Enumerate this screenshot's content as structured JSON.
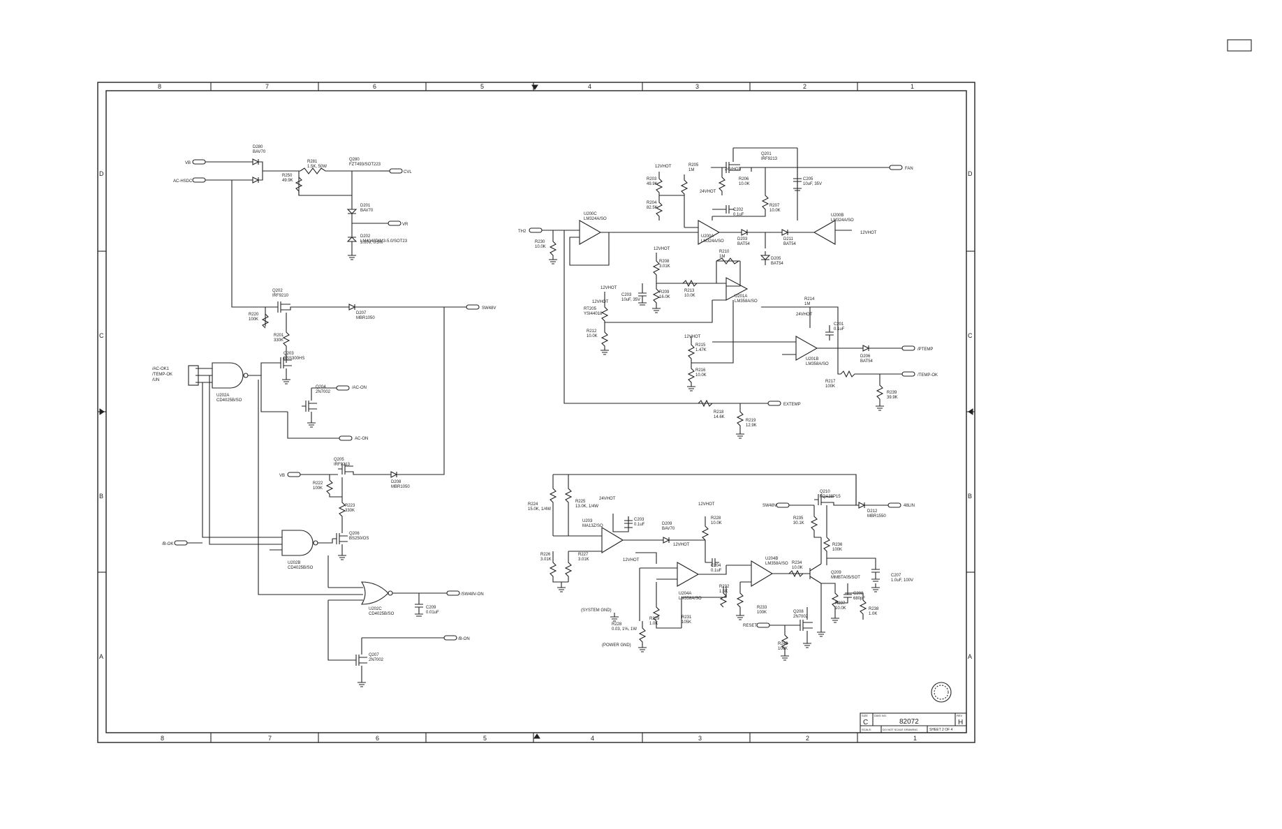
{
  "sheet": {
    "zone_columns_top": [
      "8",
      "7",
      "6",
      "5",
      "4",
      "3",
      "2",
      "1"
    ],
    "zone_columns_bottom": [
      "8",
      "7",
      "6",
      "5",
      "4",
      "3",
      "2",
      "1"
    ],
    "zone_rows": [
      "D",
      "C",
      "B",
      "A"
    ]
  },
  "title_block": {
    "size_label": "SIZE",
    "size": "C",
    "dwg_label": "DWG NO.",
    "drawing_number": "82072",
    "rev_label": "REV",
    "rev": "H",
    "scale_label": "SCALE:",
    "scale_note": "DO NOT SCALE DRAWING",
    "sheet_info": "SHEET 2 OF 4"
  },
  "ports": {
    "vb_top": "VB",
    "ac_hsdc": "AC-HSDC",
    "cvl": "CVL",
    "vr": "VR",
    "sw48v": "SW48V",
    "vb_mid": "VB",
    "jac_ok": "/AC-OK1",
    "jtemp_ok": "/TEMP-OK",
    "ajn": "/UN",
    "jac_on": "/AC-ON",
    "ac_on": "AC-ON",
    "jb_ok": "/B-OK",
    "jsw48v_on": "/SW48V-ON",
    "jb_on": "/B-ON",
    "th2": "TH2",
    "fan": "FAN",
    "jtemp_ok_r": "/TEMP-OK",
    "ptemp": "/PTEMP",
    "extemp": "EXTEMP",
    "sw48v_r": "SW48V",
    "out48lin": "48LIN",
    "reset": "RESET",
    "system_gnd": "(SYSTEM GND)",
    "power_gnd": "(POWER GND)"
  },
  "rails": {
    "v12hot_a": "12VHOT",
    "v24hot_a": "24VHOT",
    "v24hot_b": "24VHOT",
    "v12hot_b": "12VHOT",
    "v12hot_c": "12VHOT",
    "v12hot_d": "12VHOT",
    "v12hot_e": "12VHOT",
    "v24hot_c": "24VHOT",
    "v24hot_d": "24VHOT",
    "v12hot_f": "12VHOT",
    "v12hot_g": "12VHOT",
    "v12hot_h": "12VHOT",
    "v12hot_i": "12VHOT"
  },
  "parts": [
    {
      "id": "D280",
      "ref": "D280",
      "value": "BAV70"
    },
    {
      "id": "R281",
      "ref": "R281",
      "value": "1.5K, 50W"
    },
    {
      "id": "Q280",
      "ref": "Q280",
      "value": "FZT493/SOT223"
    },
    {
      "id": "R250",
      "ref": "R250",
      "value": "49.9K"
    },
    {
      "id": "D201",
      "ref": "D201",
      "value": "BAV70"
    },
    {
      "id": "D202",
      "ref": "D202",
      "value": "LM4040DIM3-5.0/SOT23"
    },
    {
      "id": "D202n",
      "ref": "",
      "value": "5.00V, 0.5%"
    },
    {
      "id": "Q202",
      "ref": "Q202",
      "value": "IRF9210"
    },
    {
      "id": "R220",
      "ref": "R220",
      "value": "100K"
    },
    {
      "id": "D207",
      "ref": "D207",
      "value": "MBR1050"
    },
    {
      "id": "R201",
      "ref": "R201",
      "value": "330K"
    },
    {
      "id": "Q203",
      "ref": "Q203",
      "value": "BSS300HS"
    },
    {
      "id": "U202A",
      "ref": "U202A",
      "value": "CD4025B/SO"
    },
    {
      "id": "Q204",
      "ref": "Q204",
      "value": "2N7002"
    },
    {
      "id": "Q205",
      "ref": "Q205",
      "value": "IRF9213"
    },
    {
      "id": "D208",
      "ref": "D208",
      "value": "MBR1050"
    },
    {
      "id": "R222",
      "ref": "R222",
      "value": "100K"
    },
    {
      "id": "R223",
      "ref": "R223",
      "value": "330K"
    },
    {
      "id": "Q206",
      "ref": "Q206",
      "value": "BS250/OS"
    },
    {
      "id": "U202B",
      "ref": "U202B",
      "value": "CD4025B/SO"
    },
    {
      "id": "U202C",
      "ref": "U202C",
      "value": "CD4025B/SO"
    },
    {
      "id": "C209",
      "ref": "C209",
      "value": "0.01uF"
    },
    {
      "id": "Q207",
      "ref": "Q207",
      "value": "2N7002"
    },
    {
      "id": "U200C",
      "ref": "U200C",
      "value": "LM324A/SO"
    },
    {
      "id": "R230",
      "ref": "R230",
      "value": "10.0K"
    },
    {
      "id": "R205",
      "ref": "R205",
      "value": "1M"
    },
    {
      "id": "R203",
      "ref": "R203",
      "value": "49.9K"
    },
    {
      "id": "R204",
      "ref": "R204",
      "value": "82.5K"
    },
    {
      "id": "Q201",
      "ref": "Q201",
      "value": "IRF9213"
    },
    {
      "id": "R206",
      "ref": "R206",
      "value": "10.0K"
    },
    {
      "id": "C205",
      "ref": "C205",
      "value": "10uF, 35V"
    },
    {
      "id": "C202",
      "ref": "C202",
      "value": "0.1uF"
    },
    {
      "id": "R207",
      "ref": "R207",
      "value": "10.0K"
    },
    {
      "id": "U200A",
      "ref": "U200A",
      "value": "LM324A/SO"
    },
    {
      "id": "D203",
      "ref": "D203",
      "value": "BAT54"
    },
    {
      "id": "D211",
      "ref": "D211",
      "value": "BAT54"
    },
    {
      "id": "U200B",
      "ref": "U200B",
      "value": "LM324A/SO"
    },
    {
      "id": "D205",
      "ref": "D205",
      "value": "BAT54"
    },
    {
      "id": "R208",
      "ref": "R208",
      "value": "3.01K"
    },
    {
      "id": "R210",
      "ref": "R210",
      "value": "1M"
    },
    {
      "id": "C203",
      "ref": "C203",
      "value": "10uF, 35V"
    },
    {
      "id": "R209",
      "ref": "R209",
      "value": "16.0K"
    },
    {
      "id": "R213",
      "ref": "R213",
      "value": "10.0K"
    },
    {
      "id": "U201A",
      "ref": "U201A",
      "value": "LM358A/SO"
    },
    {
      "id": "RT205",
      "ref": "RT205",
      "value": "YSI44018"
    },
    {
      "id": "R212",
      "ref": "R212",
      "value": "10.0K"
    },
    {
      "id": "R214",
      "ref": "R214",
      "value": "1M"
    },
    {
      "id": "C201",
      "ref": "C201",
      "value": "0.1uF"
    },
    {
      "id": "R215",
      "ref": "R215",
      "value": "1.47K"
    },
    {
      "id": "R216",
      "ref": "R216",
      "value": "10.0K"
    },
    {
      "id": "U201B",
      "ref": "U201B",
      "value": "LM358A/SO"
    },
    {
      "id": "D206",
      "ref": "D206",
      "value": "BAT54"
    },
    {
      "id": "R217",
      "ref": "R217",
      "value": "100K"
    },
    {
      "id": "R239",
      "ref": "R239",
      "value": "39.9K"
    },
    {
      "id": "R218",
      "ref": "R218",
      "value": "14.6K"
    },
    {
      "id": "R219",
      "ref": "R219",
      "value": "12.9K"
    },
    {
      "id": "R224",
      "ref": "R224",
      "value": "15.0K, 1/4W"
    },
    {
      "id": "R225",
      "ref": "R225",
      "value": "13.0K, 1/4W"
    },
    {
      "id": "U203",
      "ref": "U203",
      "value": "MA13Z/SO"
    },
    {
      "id": "C203b",
      "ref": "C203",
      "value": "0.1uF"
    },
    {
      "id": "D209",
      "ref": "D209",
      "value": "BAV70"
    },
    {
      "id": "R228",
      "ref": "R228",
      "value": "10.0K"
    },
    {
      "id": "R226",
      "ref": "R226",
      "value": "3.01K"
    },
    {
      "id": "R227",
      "ref": "R227",
      "value": "3.01K"
    },
    {
      "id": "C204",
      "ref": "C204",
      "value": "0.1uF"
    },
    {
      "id": "U204A",
      "ref": "U204A",
      "value": "LM358A/SO"
    },
    {
      "id": "R232",
      "ref": "R232",
      "value": "1.5K"
    },
    {
      "id": "R231",
      "ref": "R231",
      "value": "105K"
    },
    {
      "id": "R229",
      "ref": "R229",
      "value": "1.0K"
    },
    {
      "id": "R228b",
      "ref": "R228",
      "value": "0.03, 1%, 1W"
    },
    {
      "id": "U204B",
      "ref": "U204B",
      "value": "LM358A/SO"
    },
    {
      "id": "R233",
      "ref": "R233",
      "value": "100K"
    },
    {
      "id": "R234",
      "ref": "R234",
      "value": "10.0K"
    },
    {
      "id": "Q210",
      "ref": "Q210",
      "value": "FQA38P15"
    },
    {
      "id": "R235",
      "ref": "R235",
      "value": "30.1K"
    },
    {
      "id": "D212",
      "ref": "D212",
      "value": "MBR1550"
    },
    {
      "id": "R236",
      "ref": "R236",
      "value": "100K"
    },
    {
      "id": "Q209",
      "ref": "Q209",
      "value": "MMBTA05/SOT"
    },
    {
      "id": "C207",
      "ref": "C207",
      "value": "1.0uF, 100V"
    },
    {
      "id": "C208",
      "ref": "C208",
      "value": "680pF"
    },
    {
      "id": "R237",
      "ref": "R237",
      "value": "10.0K"
    },
    {
      "id": "R238",
      "ref": "R238",
      "value": "1.0K"
    },
    {
      "id": "Q208",
      "ref": "Q208",
      "value": "2N7002"
    },
    {
      "id": "R240",
      "ref": "R240",
      "value": "100K"
    }
  ]
}
